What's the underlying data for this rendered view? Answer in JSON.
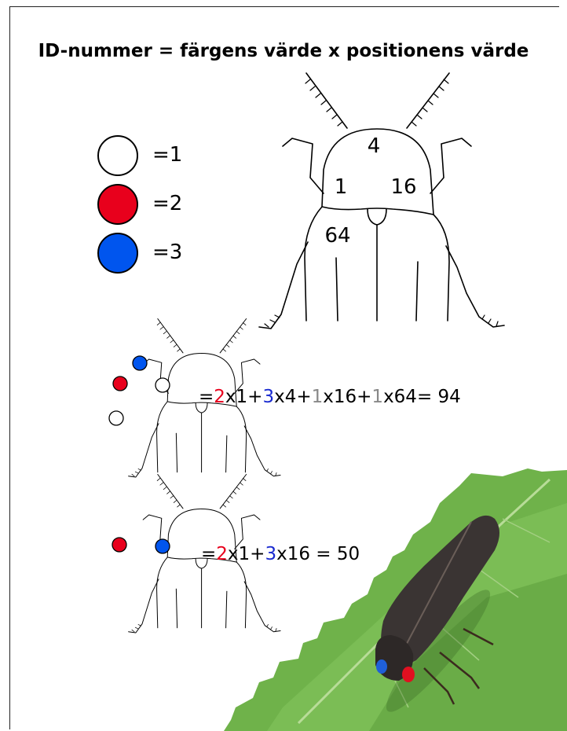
{
  "title": "ID-nummer = färgens värde x positionens värde",
  "legend": [
    {
      "label": "=1",
      "color": "#ffffff"
    },
    {
      "label": "=2",
      "color": "#e8001c"
    },
    {
      "label": "=3",
      "color": "#0055ee"
    }
  ],
  "positions": {
    "left_pronotum": "1",
    "top_pronotum": "4",
    "right_pronotum": "16",
    "elytra": "64"
  },
  "example1": {
    "eq": "=",
    "c1": "2",
    "p1": "x1+",
    "c2": "3",
    "p2": "x4+",
    "c3": "1",
    "p3": "x16+",
    "c4": "1",
    "p4": "x64= 94"
  },
  "example2": {
    "eq": "=",
    "c1": "2",
    "p1": "x1+",
    "c2": "3",
    "p2": "x16 = 50"
  },
  "colors": {
    "red": "#e8001c",
    "blue": "#1a2bd0",
    "grey": "#888888"
  }
}
